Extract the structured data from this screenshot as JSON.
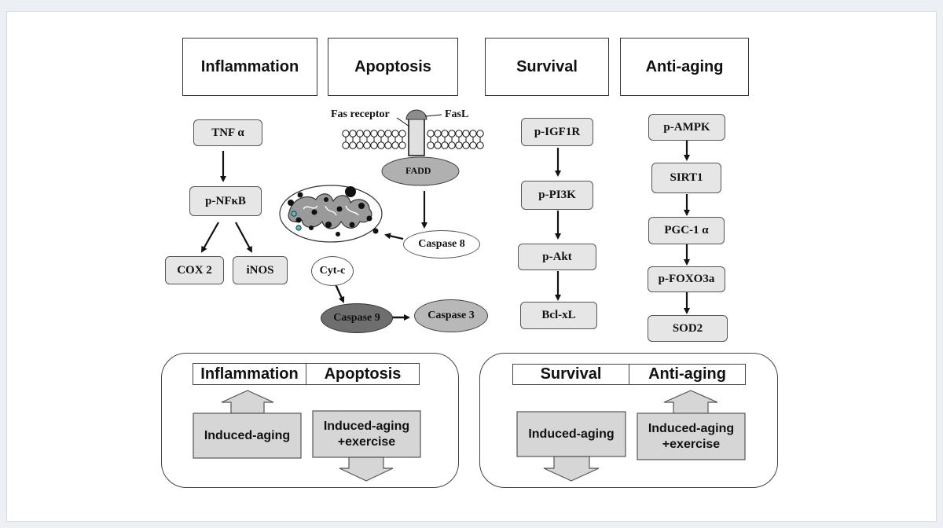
{
  "headers": {
    "inflammation": "Inflammation",
    "apoptosis": "Apoptosis",
    "survival": "Survival",
    "anti_aging": "Anti-aging"
  },
  "inflammation": {
    "tnf": "TNF α",
    "nfkb": "p-NFκB",
    "cox2": "COX 2",
    "inos": "iNOS"
  },
  "apoptosis": {
    "fas_receptor": "Fas receptor",
    "fasl": "FasL",
    "fadd": "FADD",
    "caspase8": "Caspase 8",
    "cytc": "Cyt-c",
    "caspase9": "Caspase 9",
    "caspase3": "Caspase 3"
  },
  "survival": {
    "igf1r": "p-IGF1R",
    "pi3k": "p-PI3K",
    "akt": "p-Akt",
    "bclxl": "Bcl-xL"
  },
  "anti_aging": {
    "ampk": "p-AMPK",
    "sirt1": "SIRT1",
    "pgc1a": "PGC-1 α",
    "foxo3a": "p-FOXO3a",
    "sod2": "SOD2"
  },
  "summary_left": {
    "title_a": "Inflammation",
    "title_b": "Apoptosis",
    "induced_aging": "Induced-aging",
    "exercise_line1": "Induced-aging",
    "exercise_line2": "+exercise",
    "induced_aging_direction": "up",
    "exercise_direction": "down"
  },
  "summary_right": {
    "title_a": "Survival",
    "title_b": "Anti-aging",
    "induced_aging": "Induced-aging",
    "exercise_line1": "Induced-aging",
    "exercise_line2": "+exercise",
    "induced_aging_direction": "down",
    "exercise_direction": "up"
  },
  "colors": {
    "node_fill": "#e6e6e6",
    "fadd_fill": "#b0b0b0",
    "caspase9_fill": "#6e6e6e",
    "caspase3_fill": "#b8b8b8",
    "summary_fill": "#d6d6d6",
    "cyan_dot": "#4fc3c8"
  }
}
